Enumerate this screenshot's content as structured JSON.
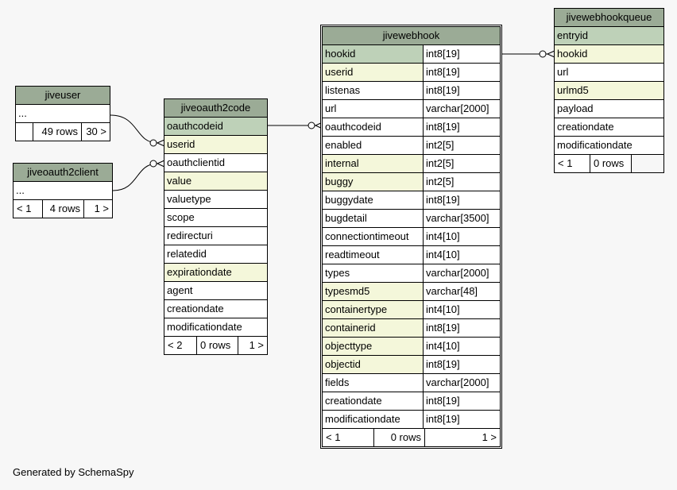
{
  "jiveuser": {
    "name": "jiveuser",
    "columns": [
      "..."
    ],
    "footer": [
      "",
      "49 rows",
      "30 >"
    ]
  },
  "jiveoauth2client": {
    "name": "jiveoauth2client",
    "columns": [
      "..."
    ],
    "footer": [
      "< 1",
      "4 rows",
      "1 >"
    ]
  },
  "jiveoauth2code": {
    "name": "jiveoauth2code",
    "columns": [
      {
        "name": "oauthcodeid",
        "kind": "pk"
      },
      {
        "name": "userid",
        "kind": "fk"
      },
      {
        "name": "oauthclientid",
        "kind": ""
      },
      {
        "name": "value",
        "kind": "fk"
      },
      {
        "name": "valuetype",
        "kind": ""
      },
      {
        "name": "scope",
        "kind": ""
      },
      {
        "name": "redirecturi",
        "kind": ""
      },
      {
        "name": "relatedid",
        "kind": ""
      },
      {
        "name": "expirationdate",
        "kind": "fk"
      },
      {
        "name": "agent",
        "kind": ""
      },
      {
        "name": "creationdate",
        "kind": ""
      },
      {
        "name": "modificationdate",
        "kind": ""
      }
    ],
    "footer": [
      "< 2",
      "0 rows",
      "1 >"
    ]
  },
  "jivewebhook": {
    "name": "jivewebhook",
    "columns": [
      {
        "name": "hookid",
        "type": "int8[19]",
        "kind": "pk"
      },
      {
        "name": "userid",
        "type": "int8[19]",
        "kind": "fk"
      },
      {
        "name": "listenas",
        "type": "int8[19]",
        "kind": ""
      },
      {
        "name": "url",
        "type": "varchar[2000]",
        "kind": ""
      },
      {
        "name": "oauthcodeid",
        "type": "int8[19]",
        "kind": ""
      },
      {
        "name": "enabled",
        "type": "int2[5]",
        "kind": ""
      },
      {
        "name": "internal",
        "type": "int2[5]",
        "kind": "fk"
      },
      {
        "name": "buggy",
        "type": "int2[5]",
        "kind": "fk"
      },
      {
        "name": "buggydate",
        "type": "int8[19]",
        "kind": ""
      },
      {
        "name": "bugdetail",
        "type": "varchar[3500]",
        "kind": ""
      },
      {
        "name": "connectiontimeout",
        "type": "int4[10]",
        "kind": ""
      },
      {
        "name": "readtimeout",
        "type": "int4[10]",
        "kind": ""
      },
      {
        "name": "types",
        "type": "varchar[2000]",
        "kind": ""
      },
      {
        "name": "typesmd5",
        "type": "varchar[48]",
        "kind": "fk"
      },
      {
        "name": "containertype",
        "type": "int4[10]",
        "kind": "fk"
      },
      {
        "name": "containerid",
        "type": "int8[19]",
        "kind": "fk"
      },
      {
        "name": "objecttype",
        "type": "int4[10]",
        "kind": "fk"
      },
      {
        "name": "objectid",
        "type": "int8[19]",
        "kind": "fk"
      },
      {
        "name": "fields",
        "type": "varchar[2000]",
        "kind": ""
      },
      {
        "name": "creationdate",
        "type": "int8[19]",
        "kind": ""
      },
      {
        "name": "modificationdate",
        "type": "int8[19]",
        "kind": ""
      }
    ],
    "footer": [
      "< 1",
      "0 rows",
      "1 >"
    ]
  },
  "jivewebhookqueue": {
    "name": "jivewebhookqueue",
    "columns": [
      {
        "name": "entryid",
        "kind": "pk"
      },
      {
        "name": "hookid",
        "kind": "fk"
      },
      {
        "name": "url",
        "kind": ""
      },
      {
        "name": "urlmd5",
        "kind": "fk"
      },
      {
        "name": "payload",
        "kind": ""
      },
      {
        "name": "creationdate",
        "kind": ""
      },
      {
        "name": "modificationdate",
        "kind": ""
      }
    ],
    "footer": [
      "< 1",
      "0 rows",
      ""
    ]
  },
  "footer_text": "Generated by SchemaSpy",
  "colors": {
    "header": "#9bab96",
    "primary_key": "#bed1b8",
    "indexed": "#f4f7da",
    "background": "#f7f7f7"
  }
}
